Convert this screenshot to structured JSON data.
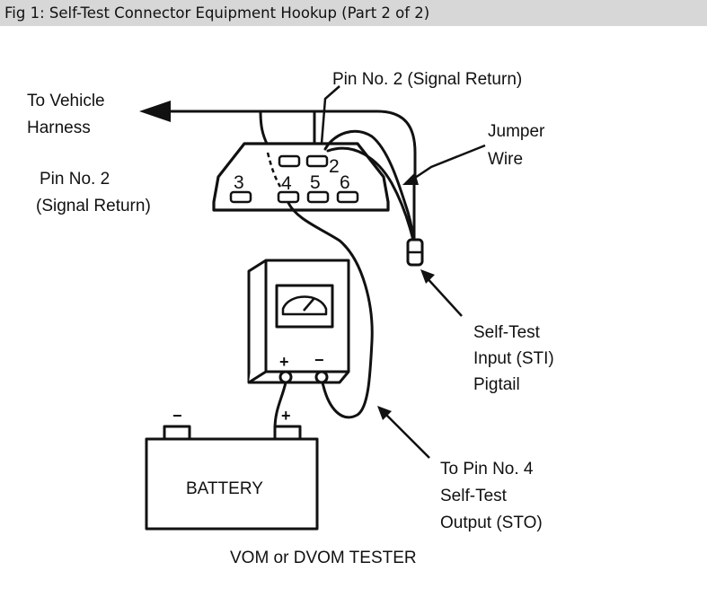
{
  "figure": {
    "title": "Fig 1: Self-Test Connector Equipment Hookup (Part 2 of 2)",
    "caption": "VOM or DVOM TESTER"
  },
  "labels": {
    "vehicle_harness_line1": "To Vehicle",
    "vehicle_harness_line2": "Harness",
    "pin2_top": "Pin No. 2 (Signal Return)",
    "pin2_left_line1": "Pin No. 2",
    "pin2_left_line2": "(Signal Return)",
    "jumper_line1": "Jumper",
    "jumper_line2": "Wire",
    "sti_line1": "Self-Test",
    "sti_line2": "Input (STI)",
    "sti_line3": "Pigtail",
    "sto_line1": "To Pin No. 4",
    "sto_line2": "Self-Test",
    "sto_line3": "Output (STO)",
    "battery": "BATTERY"
  },
  "connector_pins": [
    "2",
    "3",
    "4",
    "5",
    "6"
  ],
  "terminal_signs": {
    "meter_positive": "+",
    "meter_negative": "−",
    "battery_negative": "−",
    "battery_positive": "+"
  }
}
